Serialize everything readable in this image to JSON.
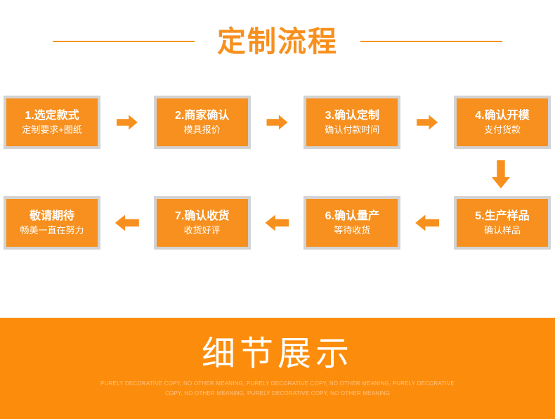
{
  "header": {
    "title": "定制流程",
    "rule_color": "#F39415",
    "title_color": "#F7901E"
  },
  "theme": {
    "orange": "#F7901E",
    "banner_orange": "#FC8D0C",
    "box_border_gray": "#D3D3D3",
    "text_white": "#FFFFFF",
    "banner_sub_color": "#FFC180"
  },
  "flow": {
    "row1": [
      {
        "title": "1.选定款式",
        "sub": "定制要求+图纸"
      },
      {
        "title": "2.商家确认",
        "sub": "模具报价"
      },
      {
        "title": "3.确认定制",
        "sub": "确认付款时间"
      },
      {
        "title": "4.确认开模",
        "sub": "支付货款"
      }
    ],
    "row2": [
      {
        "title": "敬请期待",
        "sub": "畅美一直在努力"
      },
      {
        "title": "7.确认收货",
        "sub": "收货好评"
      },
      {
        "title": "6.确认量产",
        "sub": "等待收货"
      },
      {
        "title": "5.生产样品",
        "sub": "确认样品"
      }
    ],
    "arrow_right_name": "arrow-right-icon",
    "arrow_left_name": "arrow-left-icon",
    "arrow_down_name": "arrow-down-icon"
  },
  "banner": {
    "title": "细节展示",
    "subtitle": "PURELY DECORATIVE COPY, NO OTHER MEANING, PURELY DECORATIVE COPY, NO OTHER MEANING, PURELY DECORATIVE COPY, NO OTHER MEANING, PURELY DECORATIVE COPY, NO OTHER MEANING"
  }
}
